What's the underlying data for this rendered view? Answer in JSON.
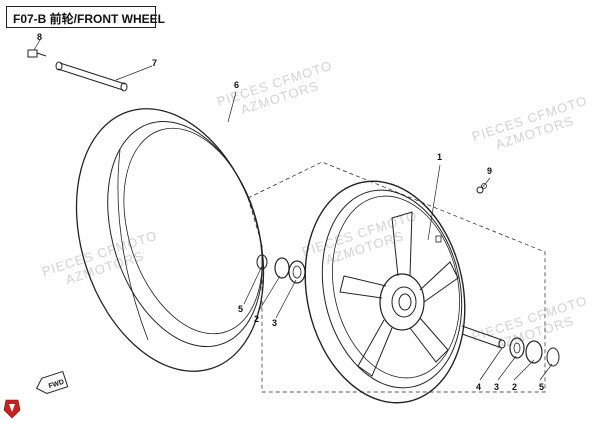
{
  "header": {
    "title": "F07-B 前轮/FRONT WHEEL"
  },
  "watermark": {
    "line1": "PIECES CFMOTO",
    "line2": "AZMOTORS"
  },
  "callouts": {
    "c1": "1",
    "c2a": "2",
    "c2b": "2",
    "c3a": "3",
    "c3b": "3",
    "c4": "4",
    "c5a": "5",
    "c5b": "5",
    "c6": "6",
    "c7": "7",
    "c8": "8",
    "c9": "9"
  },
  "fwd_label": "FWD",
  "colors": {
    "line": "#222222",
    "watermark": "#d2d2d2",
    "logo": "#cc1f1f"
  }
}
